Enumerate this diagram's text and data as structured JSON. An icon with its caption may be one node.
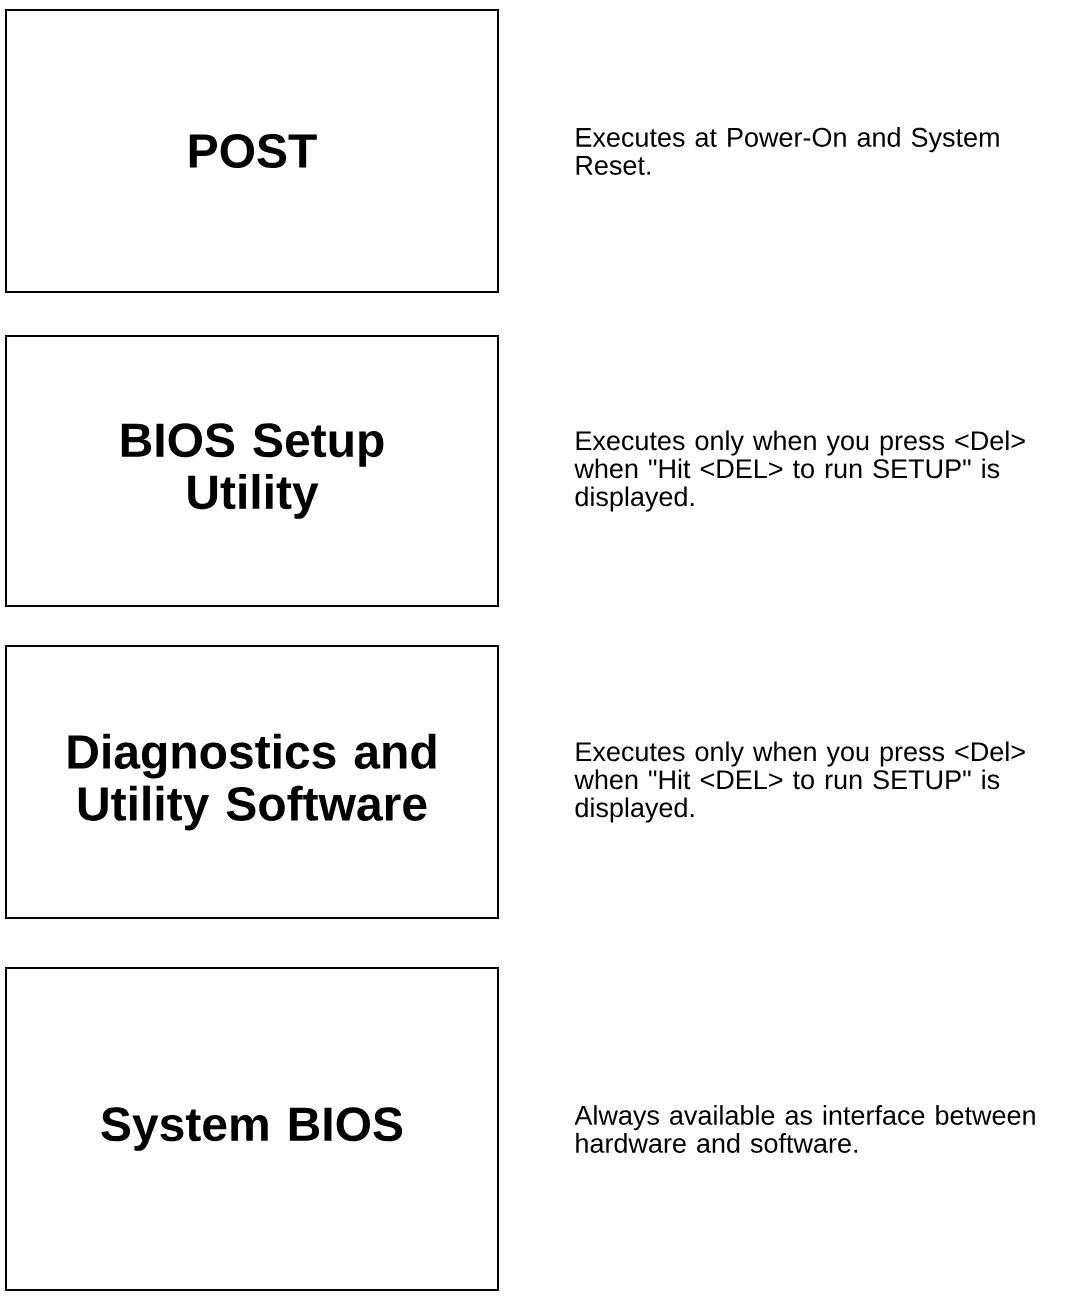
{
  "diagram": {
    "nodes": [
      {
        "text": [
          "POST"
        ],
        "beside": [
          "Executes at Power-On and System Reset."
        ]
      },
      {
        "text": [
          "BIOS Setup Utility"
        ],
        "beside": [
          "Executes only when you press <Del> when \"Hit <DEL> to run SETUP\" is displayed."
        ]
      },
      {
        "text": [
          "Diagnostics and Utility Software"
        ],
        "beside": [
          "Executes only when you press <Del> when \"Hit <DEL> to run SETUP\" is displayed."
        ]
      },
      {
        "text": [
          "System BIOS"
        ],
        "beside": [
          "Always available as interface between hardware and software."
        ]
      }
    ]
  }
}
